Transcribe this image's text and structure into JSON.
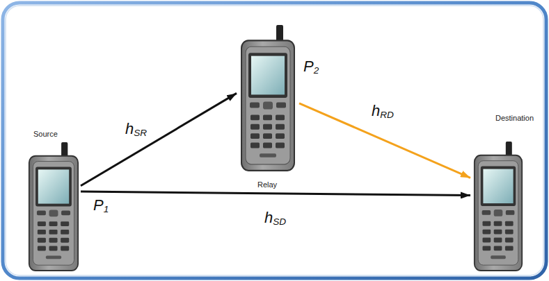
{
  "diagram": {
    "nodes": [
      {
        "text": [
          "Source"
        ]
      },
      {
        "text": [
          "Relay"
        ]
      },
      {
        "text": [
          "Destination"
        ]
      }
    ],
    "edges": [
      {
        "from": 0,
        "to": 1,
        "arrow": "to",
        "label": "hSR"
      },
      {
        "from": 1,
        "to": 2,
        "arrow": "to",
        "label": "hRD"
      },
      {
        "from": 0,
        "to": 2,
        "arrow": "to",
        "label": "hSD"
      }
    ],
    "labels": [
      "P1",
      "P2"
    ]
  }
}
